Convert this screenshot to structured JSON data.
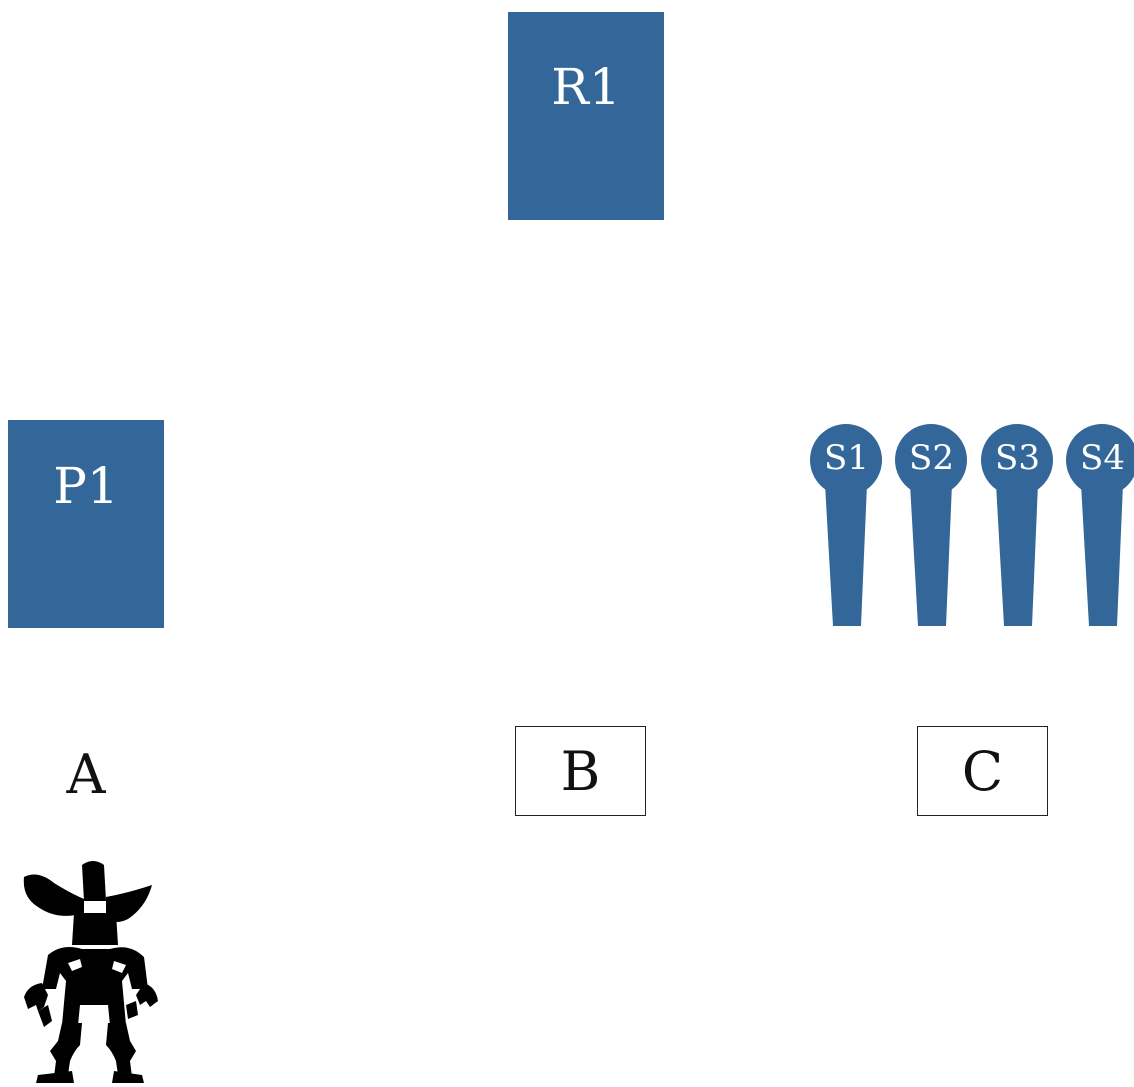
{
  "blocks": {
    "r1": {
      "label": "R1",
      "color": "#336699"
    },
    "p1": {
      "label": "P1",
      "color": "#336699"
    }
  },
  "pins": [
    {
      "label": "S1"
    },
    {
      "label": "S2"
    },
    {
      "label": "S3"
    },
    {
      "label": "S4"
    }
  ],
  "options": {
    "a": "A",
    "b": "B",
    "c": "C"
  },
  "figure": {
    "icon": "cowboy-silhouette-icon"
  }
}
